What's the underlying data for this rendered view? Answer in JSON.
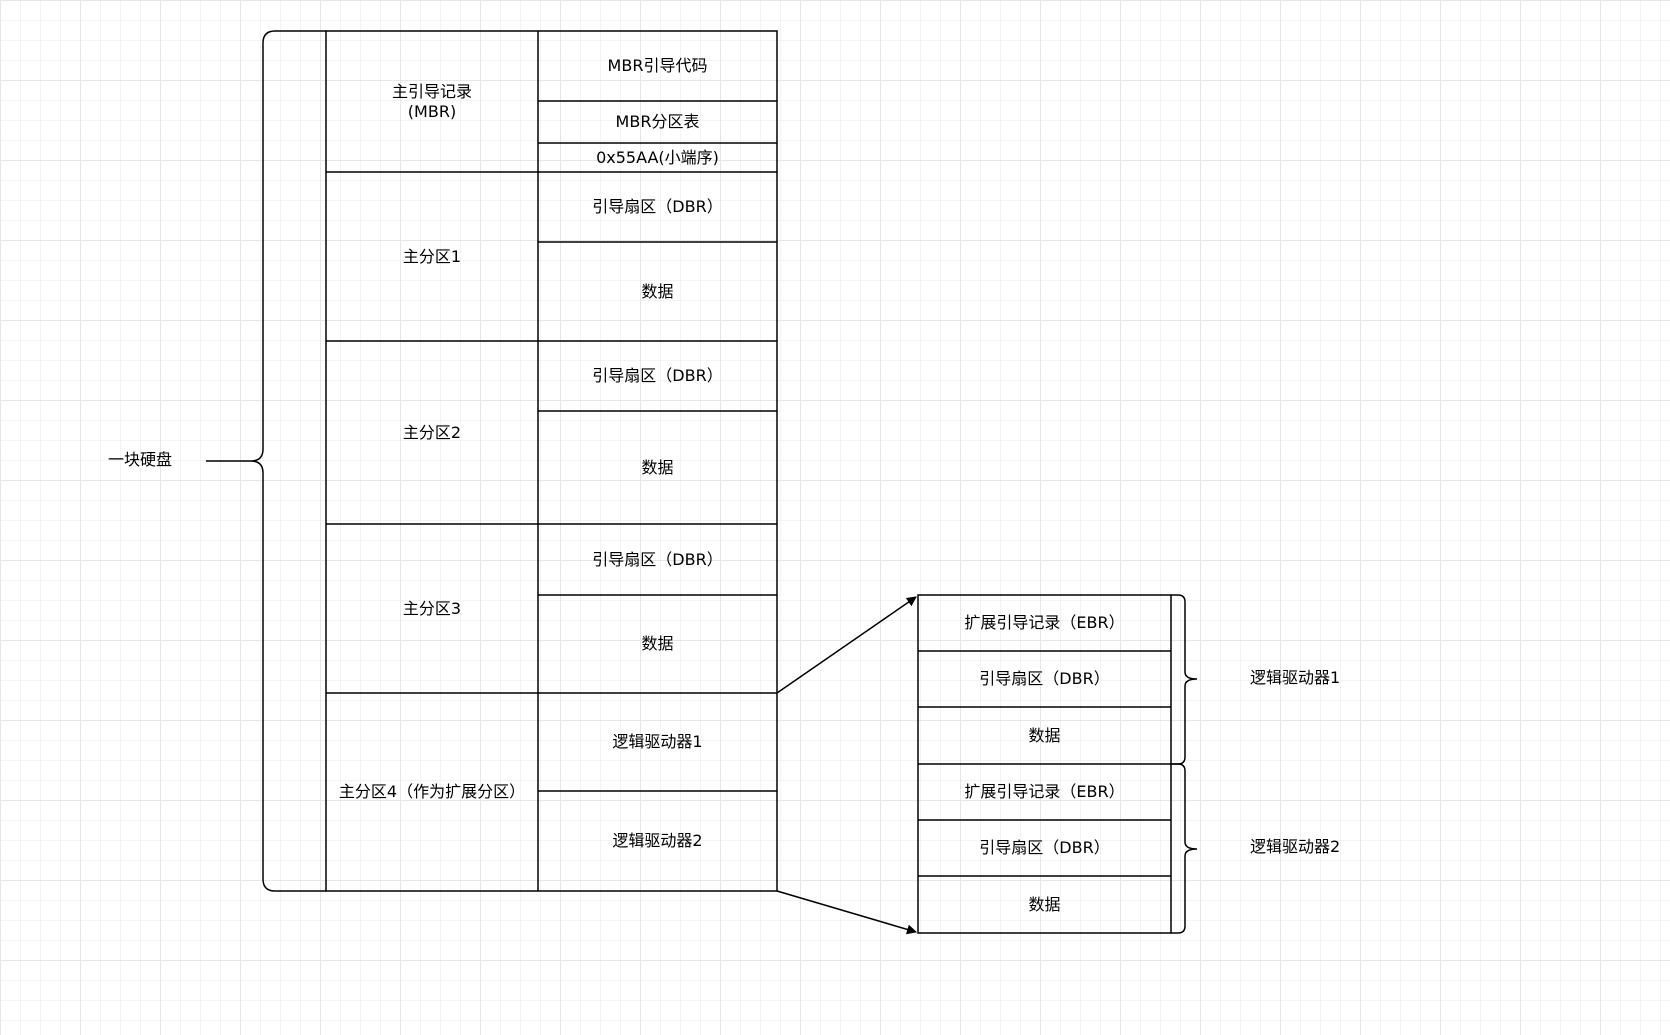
{
  "disk": {
    "label": "一块硬盘",
    "mbr": {
      "label": "主引导记录\n(MBR)",
      "boot_code": "MBR引导代码",
      "partition_table": "MBR分区表",
      "signature": "0x55AA(小端序)"
    },
    "primary_partitions": [
      {
        "label": "主分区1",
        "boot_sector": "引导扇区（DBR）",
        "data": "数据"
      },
      {
        "label": "主分区2",
        "boot_sector": "引导扇区（DBR）",
        "data": "数据"
      },
      {
        "label": "主分区3",
        "boot_sector": "引导扇区（DBR）",
        "data": "数据"
      }
    ],
    "extended_partition": {
      "label": "主分区4（作为扩展分区）",
      "logical_drives": [
        "逻辑驱动器1",
        "逻辑驱动器2"
      ]
    }
  },
  "logical_detail": [
    {
      "group_label": "逻辑驱动器1",
      "ebr": "扩展引导记录（EBR）",
      "boot_sector": "引导扇区（DBR）",
      "data": "数据"
    },
    {
      "group_label": "逻辑驱动器2",
      "ebr": "扩展引导记录（EBR）",
      "boot_sector": "引导扇区（DBR）",
      "data": "数据"
    }
  ]
}
